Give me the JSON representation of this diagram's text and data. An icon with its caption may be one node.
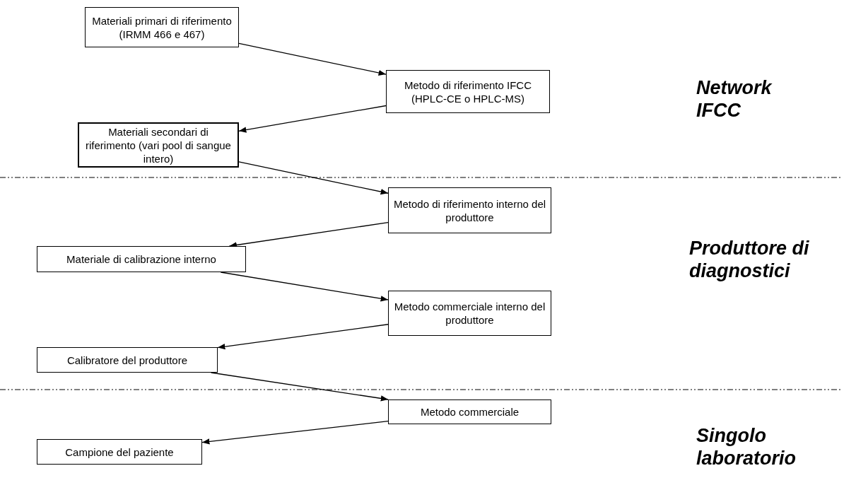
{
  "diagram": {
    "nodes": [
      {
        "text": [
          "Materiali primari di riferimento (IRMM 466 e 467)"
        ]
      },
      {
        "text": [
          "Metodo di riferimento IFCC (HPLC-CE o HPLC-MS)"
        ]
      },
      {
        "text": [
          "Materiali secondari di riferimento (vari pool di sangue intero)"
        ]
      },
      {
        "text": [
          "Metodo di riferimento interno del produttore"
        ]
      },
      {
        "text": [
          "Materiale di calibrazione interno"
        ]
      },
      {
        "text": [
          "Metodo commerciale interno del produttore"
        ]
      },
      {
        "text": [
          "Calibratore del produttore"
        ]
      },
      {
        "text": [
          "Metodo commerciale"
        ]
      },
      {
        "text": [
          "Campione del paziente"
        ]
      }
    ],
    "edges": [
      {
        "from": 0,
        "to": 1,
        "arrow": "to"
      },
      {
        "from": 1,
        "to": 2,
        "arrow": "to"
      },
      {
        "from": 2,
        "to": 3,
        "arrow": "to"
      },
      {
        "from": 3,
        "to": 4,
        "arrow": "to"
      },
      {
        "from": 4,
        "to": 5,
        "arrow": "to"
      },
      {
        "from": 5,
        "to": 6,
        "arrow": "to"
      },
      {
        "from": 6,
        "to": 7,
        "arrow": "to"
      },
      {
        "from": 7,
        "to": 8,
        "arrow": "to"
      }
    ],
    "labels": [
      "Network IFCC",
      "Produttore di diagnostici",
      "Singolo laboratorio"
    ]
  }
}
